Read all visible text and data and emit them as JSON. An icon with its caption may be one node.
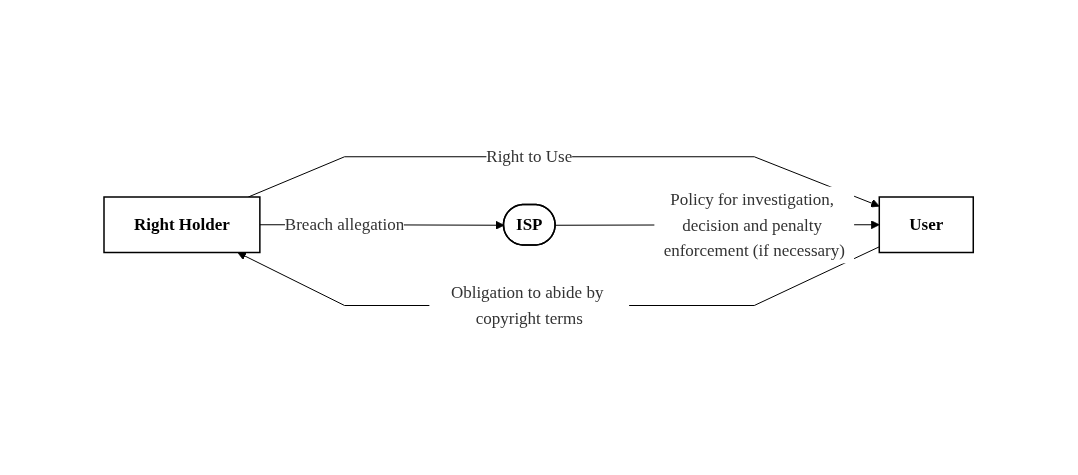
{
  "diagram": {
    "nodes": [
      {
        "text": [
          "Right Holder"
        ]
      },
      {
        "text": [
          "User"
        ]
      },
      {
        "text": [
          "ISP"
        ]
      }
    ],
    "edges": [
      {
        "from": 0,
        "to": 1,
        "arrow": "to",
        "label": "Right to Use"
      },
      {
        "from": 1,
        "to": 0,
        "arrow": "to",
        "label": "Obligation to abide by copyright terms"
      },
      {
        "from": 0,
        "to": 2,
        "arrow": "to",
        "label": "Breach allegation"
      },
      {
        "from": 2,
        "to": 1,
        "arrow": "to",
        "label": "Policy for investigation, decision and penalty enforcement (if necessary)"
      }
    ]
  }
}
